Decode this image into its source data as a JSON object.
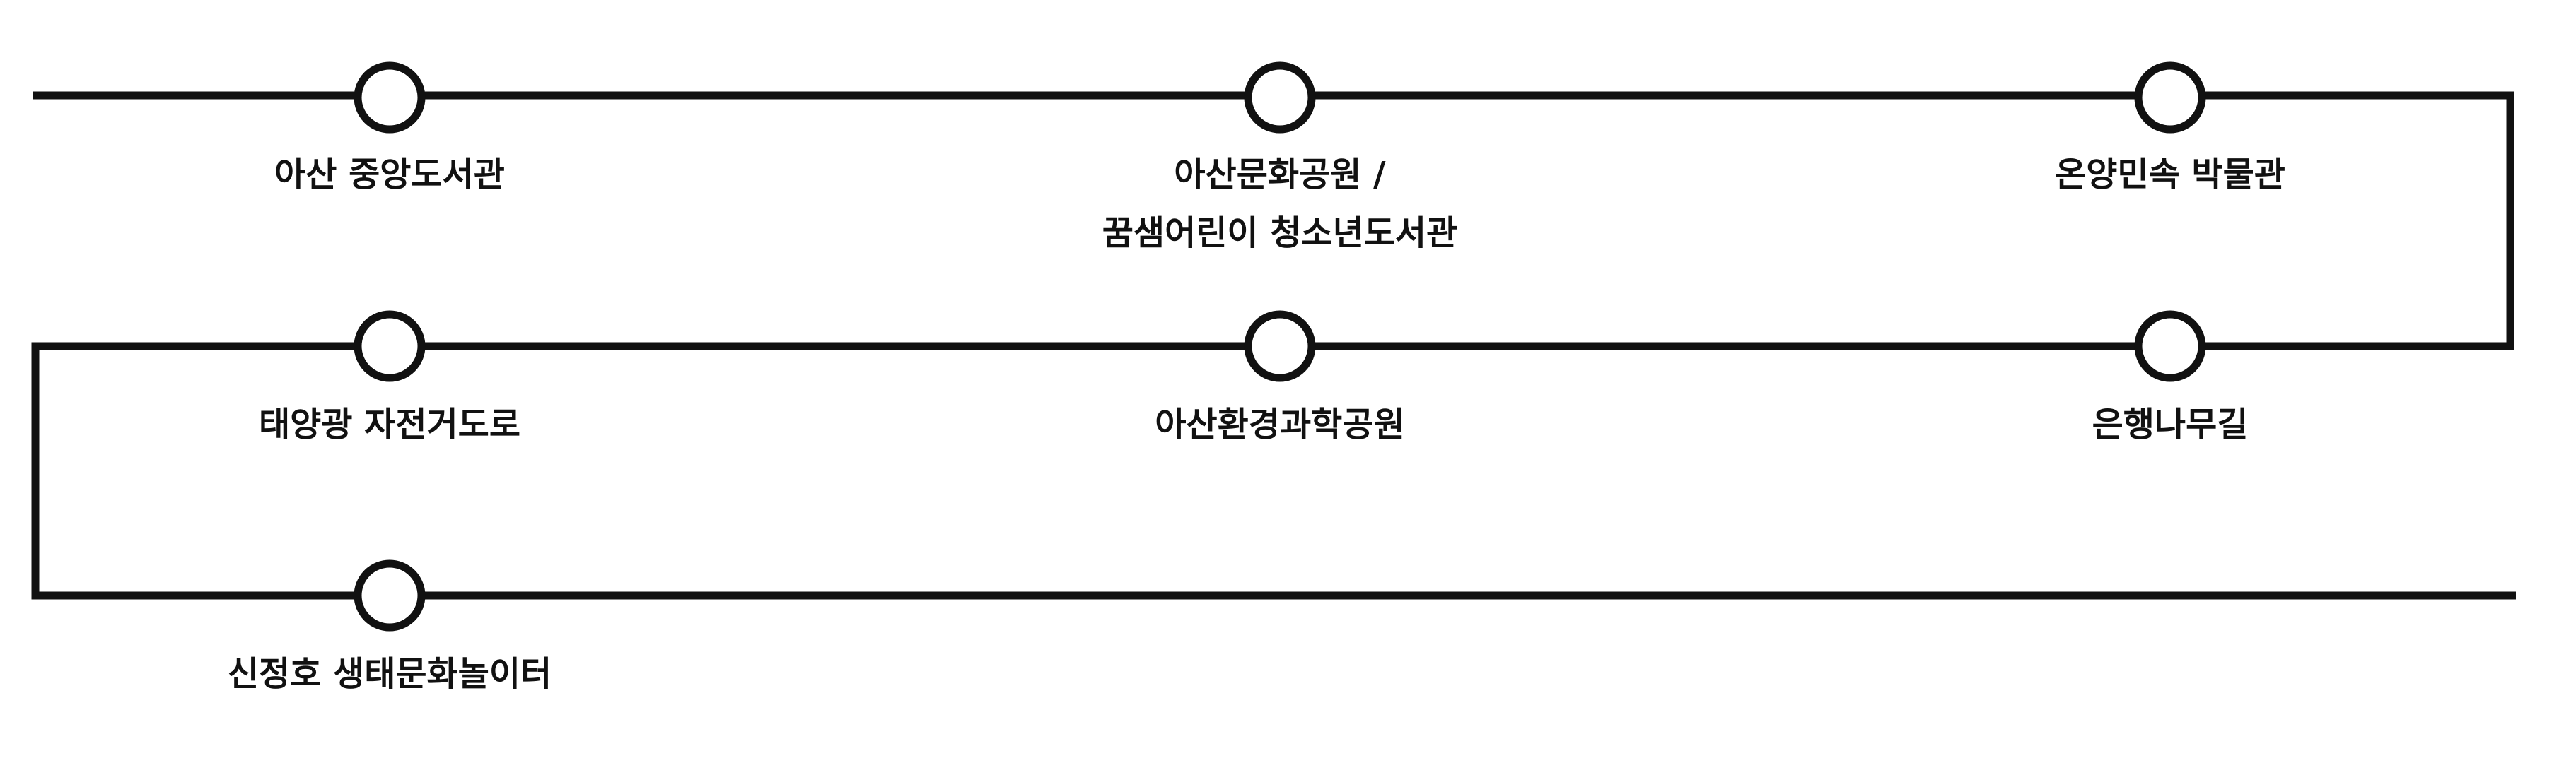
{
  "colors": {
    "line": "#111111",
    "background": "#ffffff"
  },
  "stops": [
    {
      "label": "아산 중앙도서관"
    },
    {
      "label_line1": "아산문화공원 /",
      "label_line2": "꿈샘어린이 청소년도서관"
    },
    {
      "label": "온양민속 박물관"
    },
    {
      "label": "은행나무길"
    },
    {
      "label": "아산환경과학공원"
    },
    {
      "label": "태양광 자전거도로"
    },
    {
      "label": "신정호 생태문화놀이터"
    }
  ]
}
